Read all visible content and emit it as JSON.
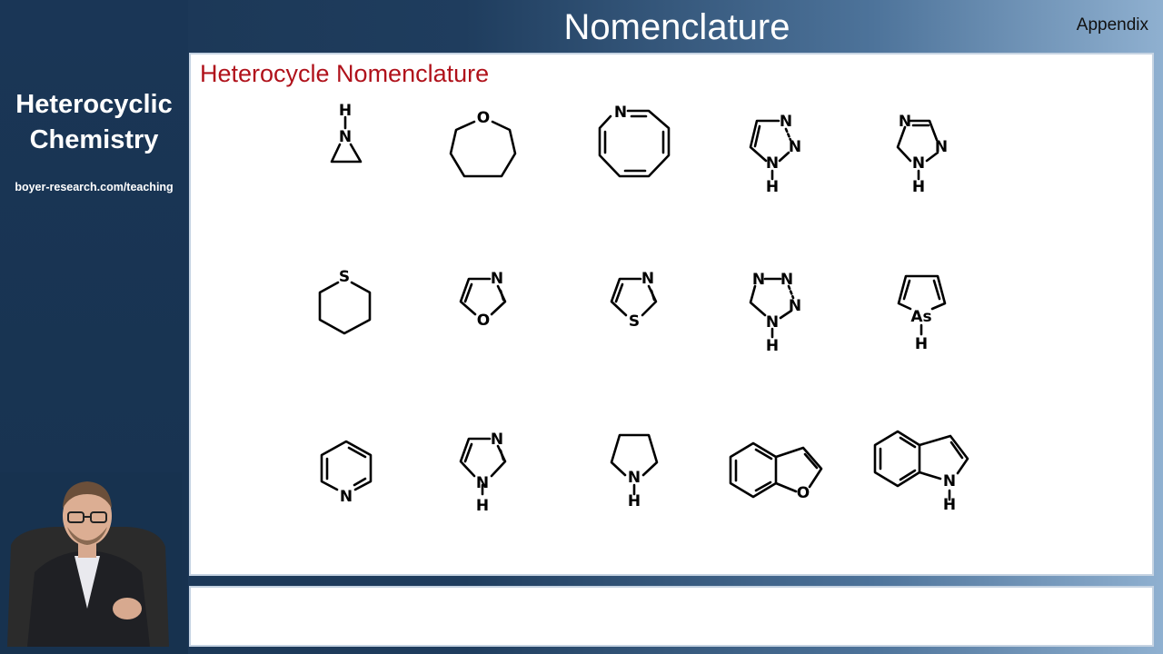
{
  "header": {
    "title": "Nomenclature",
    "section": "Appendix"
  },
  "sidebar": {
    "course_title": "Heterocyclic Chemistry",
    "url": "boyer-research.com/teaching"
  },
  "slide": {
    "title": "Heterocycle Nomenclature",
    "labels": {
      "aziridine": [
        "H",
        "N"
      ],
      "oxepane": [
        "O"
      ],
      "azocine": [
        "N"
      ],
      "triazole_123": [
        "N",
        "N",
        "N",
        "H"
      ],
      "triazole_124": [
        "N",
        "N",
        "N",
        "H"
      ],
      "thiane": [
        "S"
      ],
      "oxazole": [
        "N",
        "O"
      ],
      "thiazole": [
        "N",
        "S"
      ],
      "tetrazole": [
        "N",
        "N",
        "N",
        "N",
        "H"
      ],
      "arsole": [
        "As",
        "H"
      ],
      "pyridine": [
        "N"
      ],
      "imidazole": [
        "N",
        "N",
        "H"
      ],
      "pyrrolidine": [
        "N",
        "H"
      ],
      "benzofuran": [
        "O"
      ],
      "indole": [
        "N",
        "H"
      ]
    }
  },
  "notes": {
    "text": ""
  }
}
